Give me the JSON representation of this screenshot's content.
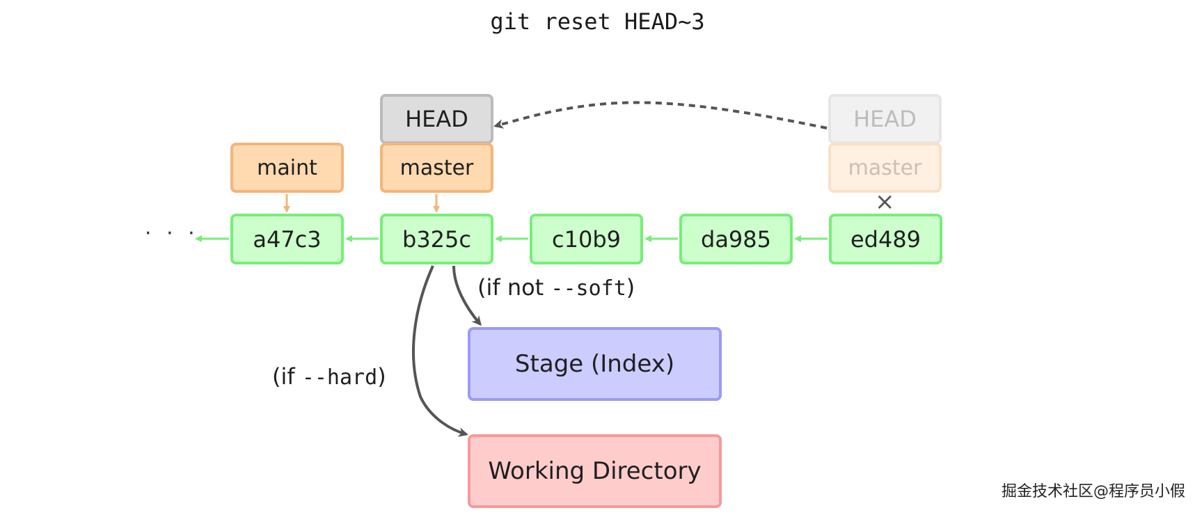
{
  "title": "git reset HEAD~3",
  "ellipsis": "· · ·",
  "commits": [
    "a47c3",
    "b325c",
    "c10b9",
    "da985",
    "ed489"
  ],
  "branches": {
    "maint": "maint",
    "master": "master"
  },
  "head": "HEAD",
  "ghost": {
    "head": "HEAD",
    "branch": "master"
  },
  "targets": {
    "stage": "Stage (Index)",
    "working": "Working Directory"
  },
  "labels": {
    "not_soft_prefix": "(if not ",
    "not_soft_code": "--soft",
    "not_soft_suffix": ")",
    "hard_prefix": "(if ",
    "hard_code": "--hard",
    "hard_suffix": ")"
  },
  "removed_marker": "×",
  "watermark": "掘金技术社区@程序员小假",
  "colors": {
    "commit_fill": "#ccffcc",
    "commit_border": "#77ee77",
    "branch_fill": "#ffd9b0",
    "branch_border": "#f4b57a",
    "head_fill": "#dddddd",
    "stage_fill": "#ccccff",
    "working_fill": "#ffcccc",
    "arrow_dark": "#555555",
    "arrow_green": "#77ee77",
    "arrow_orange": "#f4b57a"
  }
}
